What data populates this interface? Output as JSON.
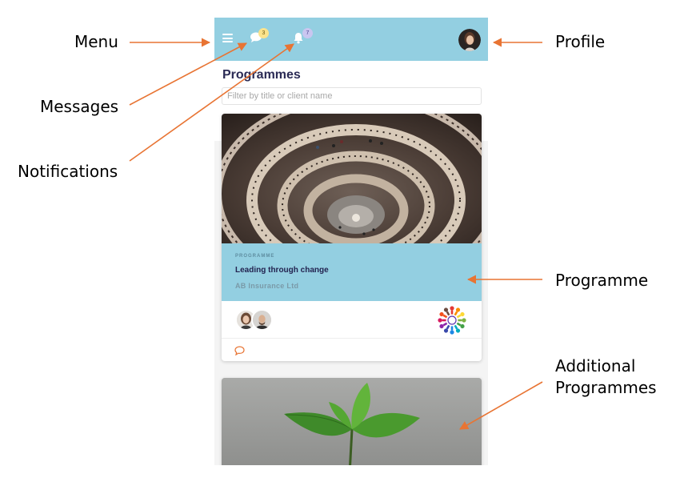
{
  "annotations": {
    "menu": "Menu",
    "messages": "Messages",
    "notifications": "Notifications",
    "profile": "Profile",
    "programme": "Programme",
    "additional_line1": "Additional",
    "additional_line2": "Programmes"
  },
  "header": {
    "icons": [
      "menu-icon",
      "chat-icon",
      "bell-icon",
      "profile-avatar"
    ],
    "message_count": "3",
    "notification_count": "7"
  },
  "page": {
    "title": "Programmes",
    "search_placeholder": "Filter by title or client name"
  },
  "programmes": [
    {
      "eyebrow": "PROGRAMME",
      "title": "Leading through change",
      "client": "AB Insurance Ltd",
      "image": "spiral-staircase-photo",
      "participants": 2,
      "logo": "circle-of-people-logo",
      "action_icon": "comment-icon"
    },
    {
      "image": "green-plant-leaves-photo"
    }
  ],
  "colors": {
    "header_bg": "#93cfe1",
    "card_info_bg": "#93cfe1",
    "title_text": "#2b2b55",
    "arrow": "#e87433",
    "message_badge": "#fbe38c",
    "notification_badge": "#c9c6f0",
    "comment_icon": "#e87433"
  }
}
